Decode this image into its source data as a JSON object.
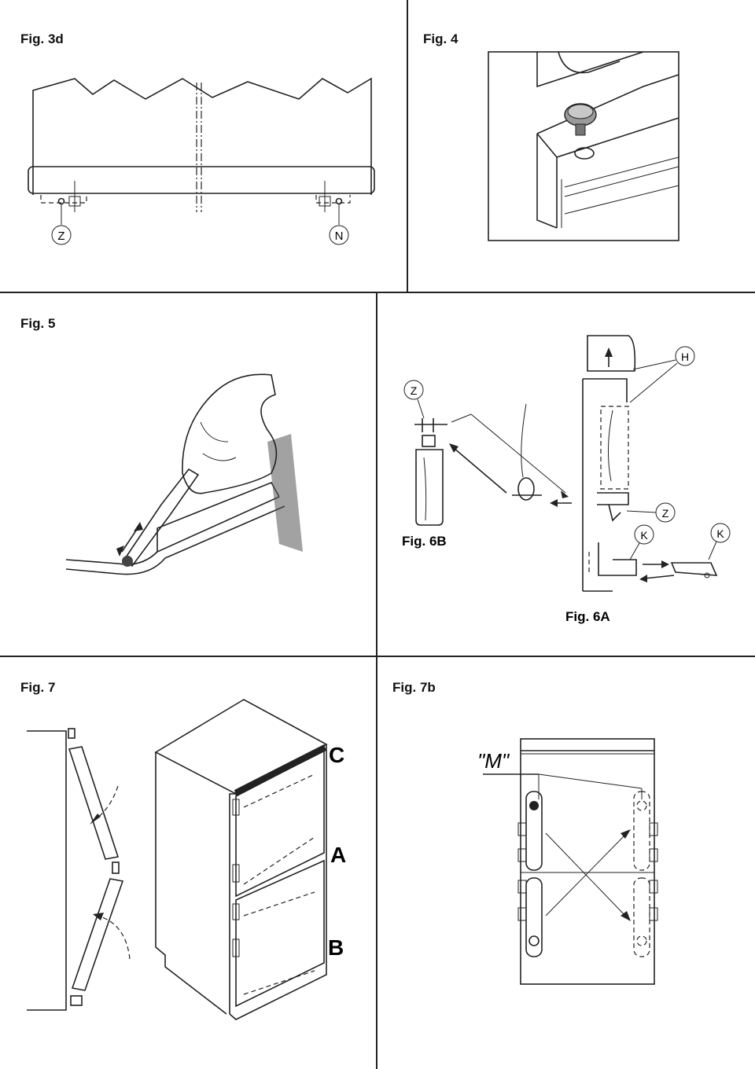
{
  "figures": {
    "fig3d": {
      "title": "Fig. 3d",
      "label_left": "Z",
      "label_right": "N"
    },
    "fig4": {
      "title": "Fig. 4"
    },
    "fig5": {
      "title": "Fig. 5"
    },
    "fig6": {
      "label_b": "Fig. 6B",
      "label_a": "Fig. 6A",
      "callout_z1": "Z",
      "callout_z2": "Z",
      "callout_h": "H",
      "callout_k1": "K",
      "callout_k2": "K"
    },
    "fig7": {
      "title": "Fig. 7",
      "label_c": "C",
      "label_a": "A",
      "label_b": "B"
    },
    "fig7b": {
      "title": "Fig. 7b",
      "label_m": "\"M\""
    }
  }
}
